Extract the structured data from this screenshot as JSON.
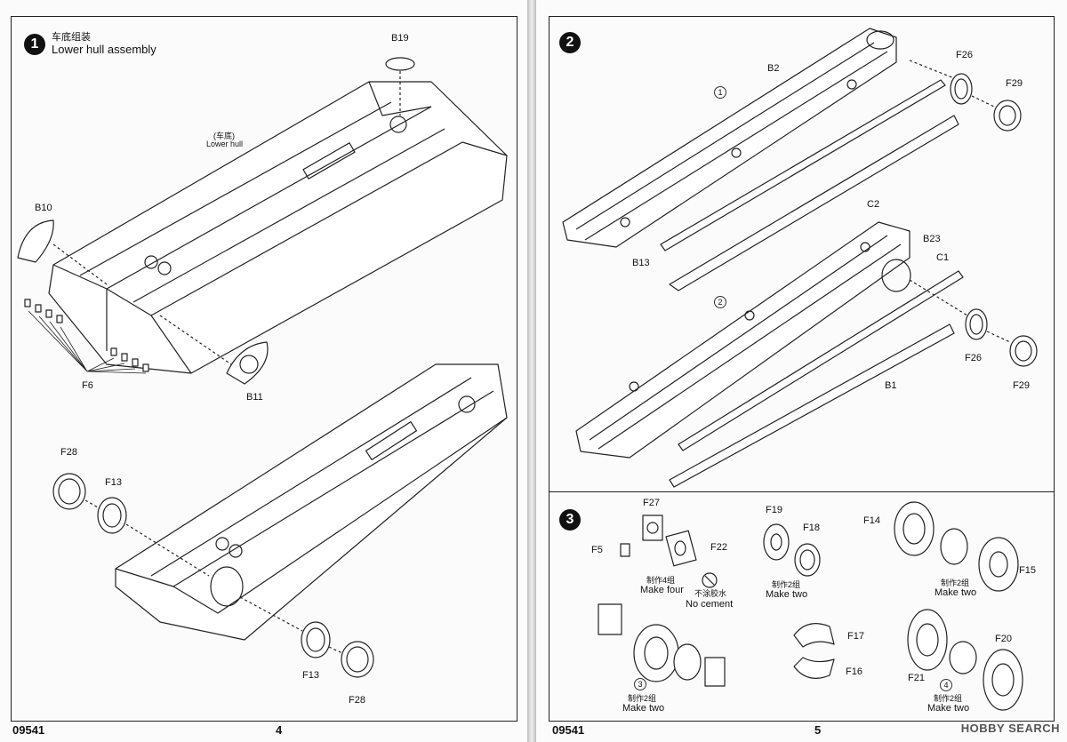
{
  "left_page": {
    "frame": "",
    "step1": {
      "number": "1",
      "title_cn": "车底组装",
      "title_en": "Lower hull assembly",
      "lower_hull_cn": "(车底)",
      "lower_hull_en": "Lower hull"
    },
    "labels": {
      "b19": "B19",
      "b10": "B10",
      "b11": "B11",
      "f6": "F6",
      "f28_top": "F28",
      "f13_top": "F13",
      "f13_bottom": "F13",
      "f28_bottom": "F28"
    },
    "footer_code": "09541",
    "page_number": "4"
  },
  "right_page": {
    "step2": {
      "number": "2",
      "b2": "B2",
      "c2": "C2",
      "b13": "B13",
      "b23": "B23",
      "c1": "C1",
      "b1": "B1",
      "f26_top": "F26",
      "f29_top": "F29",
      "f26_bottom": "F26",
      "f29_bottom": "F29",
      "sub1": "1",
      "sub2": "2"
    },
    "step3": {
      "number": "3",
      "f27": "F27",
      "f5": "F5",
      "f22": "F22",
      "make_four_cn": "制作4组",
      "make_four_en": "Make four",
      "no_cement_cn": "不涂胶水",
      "no_cement_en": "No cement",
      "f19": "F19",
      "f18": "F18",
      "make_two_a_cn": "制作2组",
      "make_two_a_en": "Make two",
      "f14": "F14",
      "f15": "F15",
      "make_two_b_cn": "制作2组",
      "make_two_b_en": "Make two",
      "f17": "F17",
      "f16": "F16",
      "sub3": "3",
      "make_two_c_cn": "制作2组",
      "make_two_c_en": "Make two",
      "f20": "F20",
      "f21": "F21",
      "sub4": "4",
      "make_two_d_cn": "制作2组",
      "make_two_d_en": "Make two"
    },
    "footer_code": "09541",
    "page_number": "5",
    "watermark": "HOBBY SEARCH"
  }
}
